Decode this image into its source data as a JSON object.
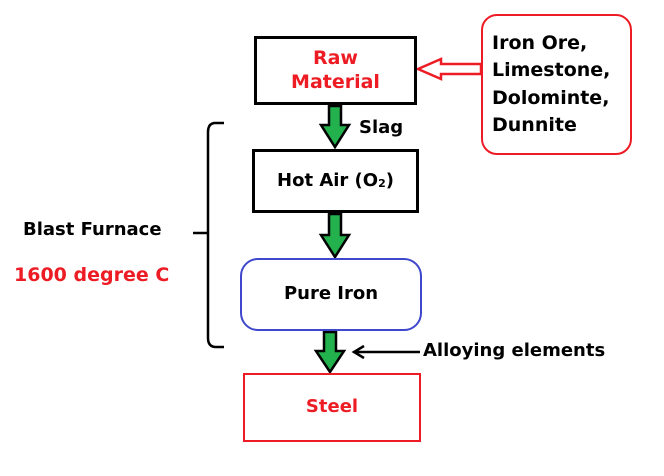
{
  "colors": {
    "red": "#ed1c24",
    "black": "#000000",
    "blue": "#3f48cc",
    "green": "#22b14c"
  },
  "nodes": {
    "raw_material": {
      "line1": "Raw",
      "line2": "Material"
    },
    "inputs": {
      "lines": [
        "Iron Ore,",
        "Limestone,",
        "Dolominte,",
        "Dunnite"
      ]
    },
    "hot_air": {
      "label": "Hot Air (O",
      "sub": "2",
      "close": ")"
    },
    "pure_iron": {
      "label": "Pure Iron"
    },
    "steel": {
      "label": "Steel"
    }
  },
  "labels": {
    "slag": "Slag",
    "blast_furnace": "Blast Furnace",
    "temperature": "1600 degree C",
    "alloying": "Alloying elements"
  }
}
